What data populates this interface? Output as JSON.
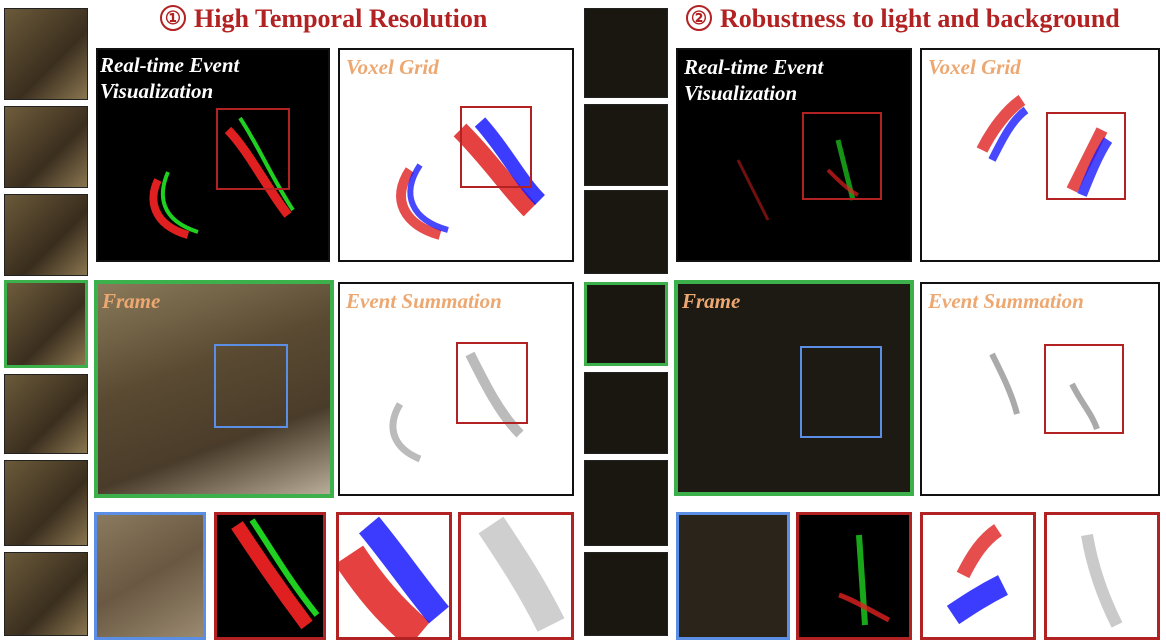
{
  "section1": {
    "number": "①",
    "title": "High Temporal Resolution",
    "panels": {
      "realtime": "Real-time Event\nVisualization",
      "voxel": "Voxel Grid",
      "frame": "Frame",
      "summation": "Event Summation"
    }
  },
  "section2": {
    "number": "②",
    "title": "Robustness to light and background",
    "panels": {
      "realtime": "Real-time Event\nVisualization",
      "voxel": "Voxel Grid",
      "frame": "Frame",
      "summation": "Event Summation"
    }
  },
  "colors": {
    "title": "#b22222",
    "label_orange": "#eda872",
    "frame_highlight": "#3cb04a",
    "roi_red": "#b22222",
    "roi_blue": "#5b8fe6",
    "event_positive": "#e02020",
    "event_negative_rgb": "#20d020",
    "event_negative_voxel": "#1a1aff"
  }
}
